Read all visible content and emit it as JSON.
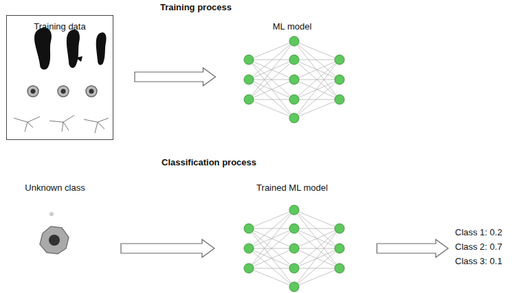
{
  "diagram": {
    "nodes": [
      {
        "text": [
          "Training data"
        ]
      },
      {
        "text": [
          "ML model"
        ]
      },
      {
        "text": [
          "Unknown class"
        ]
      },
      {
        "text": [
          "Trained ML model"
        ]
      },
      {
        "text": [
          "Class 1: 0.2",
          "Class 2: 0.7",
          "Class 3: 0.1"
        ]
      }
    ],
    "edges": [
      {
        "from": 0,
        "to": 1,
        "arrow": "to"
      },
      {
        "from": 2,
        "to": 3,
        "arrow": "to"
      },
      {
        "from": 3,
        "to": 4,
        "arrow": "to"
      }
    ],
    "labels": [
      "Training process",
      "Classification process"
    ]
  }
}
